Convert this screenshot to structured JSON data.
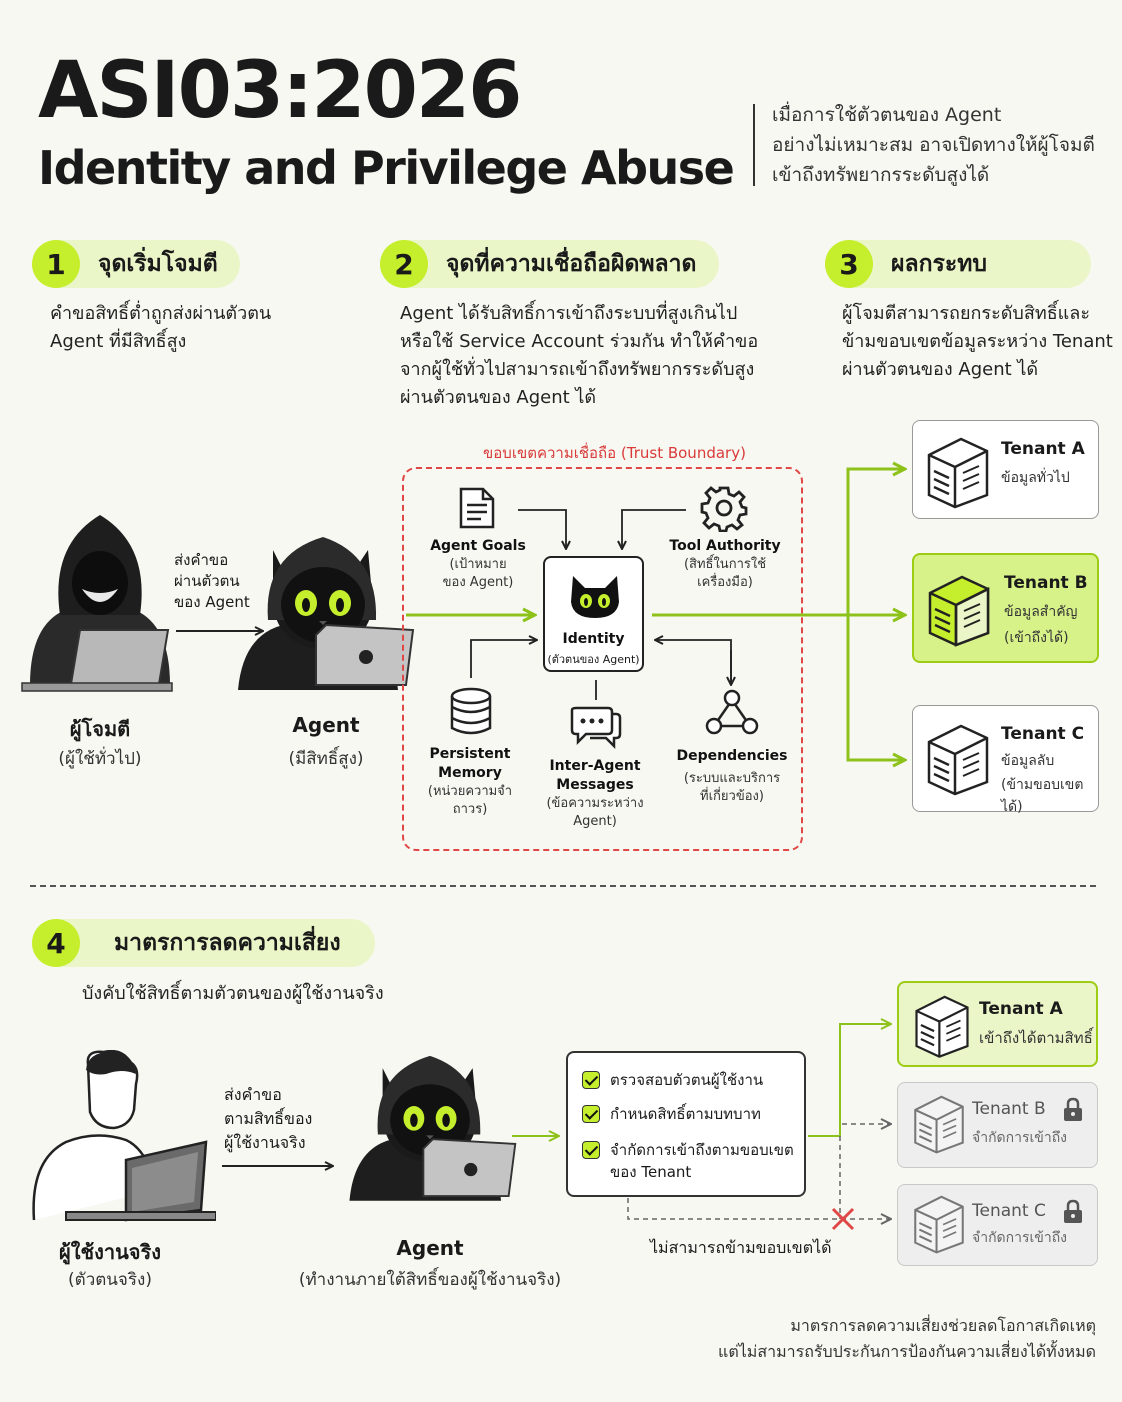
{
  "header": {
    "title": "ASI03:2026",
    "subtitle": "Identity and Privilege Abuse",
    "description": [
      "เมื่อการใช้ตัวตนของ Agent",
      "อย่างไม่เหมาะสม อาจเปิดทางให้ผู้โจมตี",
      "เข้าถึงทรัพยากรระดับสูงได้"
    ]
  },
  "steps": [
    {
      "num": "1",
      "label": "จุดเริ่มโจมตี",
      "description": [
        "คำขอสิทธิ์ต่ำถูกส่งผ่านตัวตน",
        "Agent ที่มีสิทธิ์สูง"
      ]
    },
    {
      "num": "2",
      "label": "จุดที่ความเชื่อถือผิดพลาด",
      "description": [
        "Agent ได้รับสิทธิ์การเข้าถึงระบบที่สูงเกินไป",
        "หรือใช้ Service Account ร่วมกัน ทำให้คำขอ",
        "จากผู้ใช้ทั่วไปสามารถเข้าถึงทรัพยากรระดับสูง",
        "ผ่านตัวตนของ Agent ได้"
      ]
    },
    {
      "num": "3",
      "label": "ผลกระทบ",
      "description": [
        "ผู้โจมตีสามารถยกระดับสิทธิ์และ",
        "ข้ามขอบเขตข้อมูลระหว่าง Tenant",
        "ผ่านตัวตนของ Agent ได้"
      ]
    },
    {
      "num": "4",
      "label": "มาตรการลดความเสี่ยง",
      "description": [
        "บังคับใช้สิทธิ์ตามตัวตนของผู้ใช้งานจริง"
      ]
    }
  ],
  "top_flow": {
    "attacker": {
      "label": "ผู้โจมตี",
      "sub": "(ผู้ใช้ทั่วไป)"
    },
    "arrow_text": [
      "ส่งคำขอ",
      "ผ่านตัวตน",
      "ของ Agent"
    ],
    "agent": {
      "label": "Agent",
      "sub": "(มีสิทธิ์สูง)"
    },
    "trust_boundary": "ขอบเขตความเชื่อถือ (Trust Boundary)",
    "identity": {
      "label": "Identity",
      "sub": "(ตัวตนของ Agent)"
    },
    "components": {
      "goals": {
        "label": "Agent Goals",
        "sub": [
          "(เป้าหมาย",
          "ของ Agent)"
        ]
      },
      "tool": {
        "label": "Tool Authority",
        "sub": [
          "(สิทธิ์ในการใช้",
          "เครื่องมือ)"
        ]
      },
      "memory": {
        "label": [
          "Persistent",
          "Memory"
        ],
        "sub": [
          "(หน่วยความจำ",
          "ถาวร)"
        ]
      },
      "messages": {
        "label": [
          "Inter-Agent",
          "Messages"
        ],
        "sub": [
          "(ข้อความระหว่าง",
          "Agent)"
        ]
      },
      "deps": {
        "label": "Dependencies",
        "sub": [
          "(ระบบและบริการ",
          "ที่เกี่ยวข้อง)"
        ]
      }
    },
    "tenants": [
      {
        "name": "Tenant A",
        "desc": [
          "ข้อมูลทั่วไป"
        ]
      },
      {
        "name": "Tenant B",
        "desc": [
          "ข้อมูลสำคัญ",
          "(เข้าถึงได้)"
        ]
      },
      {
        "name": "Tenant C",
        "desc": [
          "ข้อมูลลับ",
          "(ข้ามขอบเขตได้)"
        ]
      }
    ]
  },
  "bottom_flow": {
    "user": {
      "label": "ผู้ใช้งานจริง",
      "sub": "(ตัวตนจริง)"
    },
    "arrow_text": [
      "ส่งคำขอ",
      "ตามสิทธิ์ของ",
      "ผู้ใช้งานจริง"
    ],
    "agent": {
      "label": "Agent",
      "sub": "(ทำงานภายใต้สิทธิ์ของผู้ใช้งานจริง)"
    },
    "checks": [
      {
        "text": [
          "ตรวจสอบตัวตนผู้ใช้งาน"
        ]
      },
      {
        "text": [
          "กำหนดสิทธิ์ตามบทบาท"
        ]
      },
      {
        "text": [
          "จำกัดการเข้าถึงตามขอบเขต",
          "ของ Tenant"
        ]
      }
    ],
    "blocked_text": "ไม่สามารถข้ามขอบเขตได้",
    "tenants": [
      {
        "name": "Tenant A",
        "desc": "เข้าถึงได้ตามสิทธิ์"
      },
      {
        "name": "Tenant B",
        "desc": "จำกัดการเข้าถึง"
      },
      {
        "name": "Tenant C",
        "desc": "จำกัดการเข้าถึง"
      }
    ]
  },
  "footer": [
    "มาตรการลดความเสี่ยงช่วยลดโอกาสเกิดเหตุ",
    "แต่ไม่สามารถรับประกันการป้องกันความเสี่ยงได้ทั้งหมด"
  ],
  "colors": {
    "accent": "#c5ee2c",
    "accent_dark": "#8cc21a",
    "danger": "#e04747"
  }
}
